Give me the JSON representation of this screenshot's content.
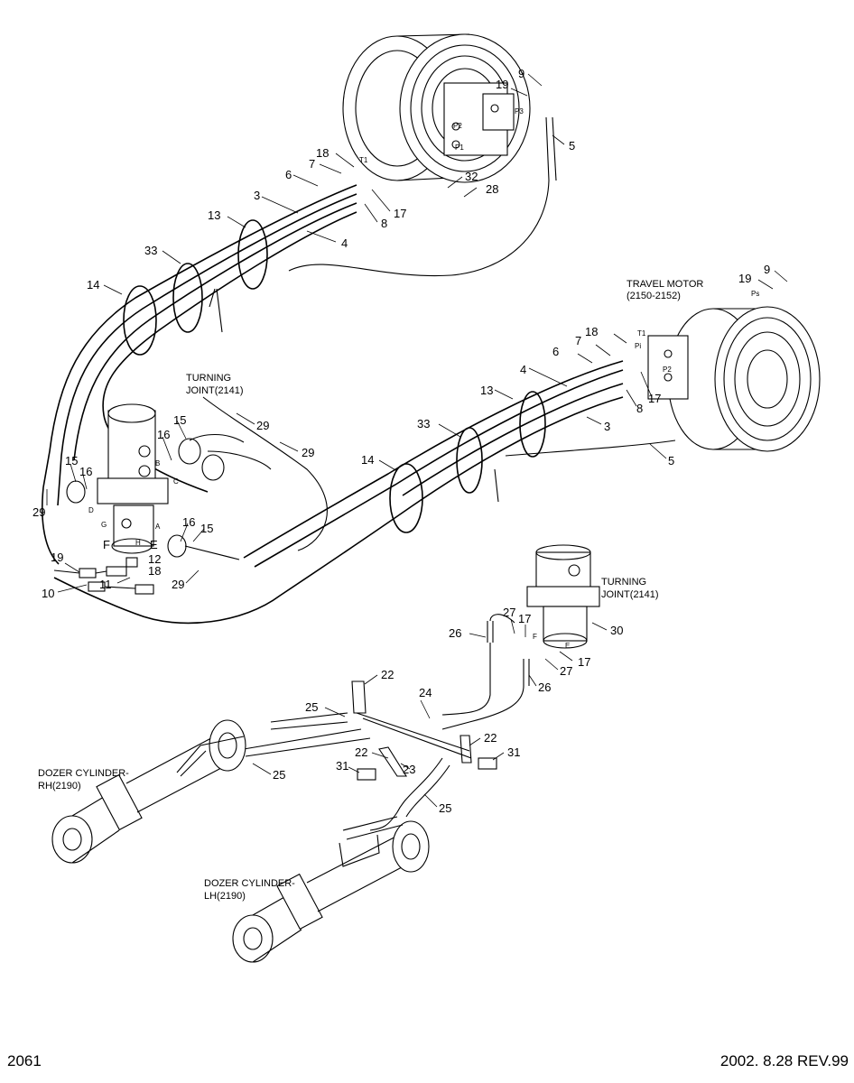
{
  "footer": {
    "page_number": "2061",
    "revision": "2002. 8.28 REV.99"
  },
  "assemblies": {
    "travel_motor": {
      "line1": "TRAVEL MOTOR",
      "line2": "(2150-2152)"
    },
    "turning_joint_left": {
      "line1": "TURNING",
      "line2": "JOINT(2141)"
    },
    "turning_joint_right": {
      "line1": "TURNING",
      "line2": "JOINT(2141)"
    },
    "dozer_rh": {
      "line1": "DOZER CYLINDER-",
      "line2": "RH(2190)"
    },
    "dozer_lh": {
      "line1": "DOZER CYLINDER-",
      "line2": "LH(2190)"
    }
  },
  "port_labels": {
    "p2_top": "P2",
    "p1_top": "P1",
    "p3_top": "P3",
    "t1_top": "T1",
    "t1_right": "T1",
    "pi_right": "Pi",
    "p2_right": "P2",
    "ps_right": "Ps",
    "b": "B",
    "c": "C",
    "d": "D",
    "g": "G",
    "a": "A",
    "h": "H",
    "f_small": "F",
    "e_small": "E"
  },
  "callouts": [
    {
      "id": "c1",
      "text": "9"
    },
    {
      "id": "c2",
      "text": "19"
    },
    {
      "id": "c3",
      "text": "5"
    },
    {
      "id": "c4",
      "text": "18"
    },
    {
      "id": "c5",
      "text": "7"
    },
    {
      "id": "c6",
      "text": "6"
    },
    {
      "id": "c7",
      "text": "32"
    },
    {
      "id": "c8",
      "text": "28"
    },
    {
      "id": "c9",
      "text": "3"
    },
    {
      "id": "c10",
      "text": "17"
    },
    {
      "id": "c11",
      "text": "8"
    },
    {
      "id": "c12",
      "text": "13"
    },
    {
      "id": "c13",
      "text": "4"
    },
    {
      "id": "c14",
      "text": "33"
    },
    {
      "id": "c15",
      "text": "14"
    },
    {
      "id": "c16",
      "text": "9"
    },
    {
      "id": "c17",
      "text": "19"
    },
    {
      "id": "c18",
      "text": "18"
    },
    {
      "id": "c19",
      "text": "7"
    },
    {
      "id": "c20",
      "text": "6"
    },
    {
      "id": "c21",
      "text": "4"
    },
    {
      "id": "c22",
      "text": "13"
    },
    {
      "id": "c23",
      "text": "17"
    },
    {
      "id": "c24",
      "text": "8"
    },
    {
      "id": "c25",
      "text": "3"
    },
    {
      "id": "c26",
      "text": "33"
    },
    {
      "id": "c27",
      "text": "5"
    },
    {
      "id": "c28",
      "text": "14"
    },
    {
      "id": "c29",
      "text": "29"
    },
    {
      "id": "c30",
      "text": "15"
    },
    {
      "id": "c31",
      "text": "16"
    },
    {
      "id": "c32",
      "text": "29"
    },
    {
      "id": "c33",
      "text": "15"
    },
    {
      "id": "c34",
      "text": "16"
    },
    {
      "id": "c35",
      "text": "29"
    },
    {
      "id": "c36",
      "text": "16"
    },
    {
      "id": "c37",
      "text": "15"
    },
    {
      "id": "c38",
      "text": "F"
    },
    {
      "id": "c39",
      "text": "E"
    },
    {
      "id": "c40",
      "text": "12"
    },
    {
      "id": "c41",
      "text": "18"
    },
    {
      "id": "c42",
      "text": "19"
    },
    {
      "id": "c43",
      "text": "11"
    },
    {
      "id": "c44",
      "text": "10"
    },
    {
      "id": "c45",
      "text": "29"
    },
    {
      "id": "c46",
      "text": "27"
    },
    {
      "id": "c47",
      "text": "17"
    },
    {
      "id": "c48",
      "text": "26"
    },
    {
      "id": "c49",
      "text": "30"
    },
    {
      "id": "c50",
      "text": "27"
    },
    {
      "id": "c51",
      "text": "17"
    },
    {
      "id": "c52",
      "text": "26"
    },
    {
      "id": "c53",
      "text": "22"
    },
    {
      "id": "c54",
      "text": "24"
    },
    {
      "id": "c55",
      "text": "25"
    },
    {
      "id": "c56",
      "text": "22"
    },
    {
      "id": "c57",
      "text": "22"
    },
    {
      "id": "c58",
      "text": "31"
    },
    {
      "id": "c59",
      "text": "31"
    },
    {
      "id": "c60",
      "text": "23"
    },
    {
      "id": "c61",
      "text": "25"
    },
    {
      "id": "c62",
      "text": "25"
    }
  ]
}
